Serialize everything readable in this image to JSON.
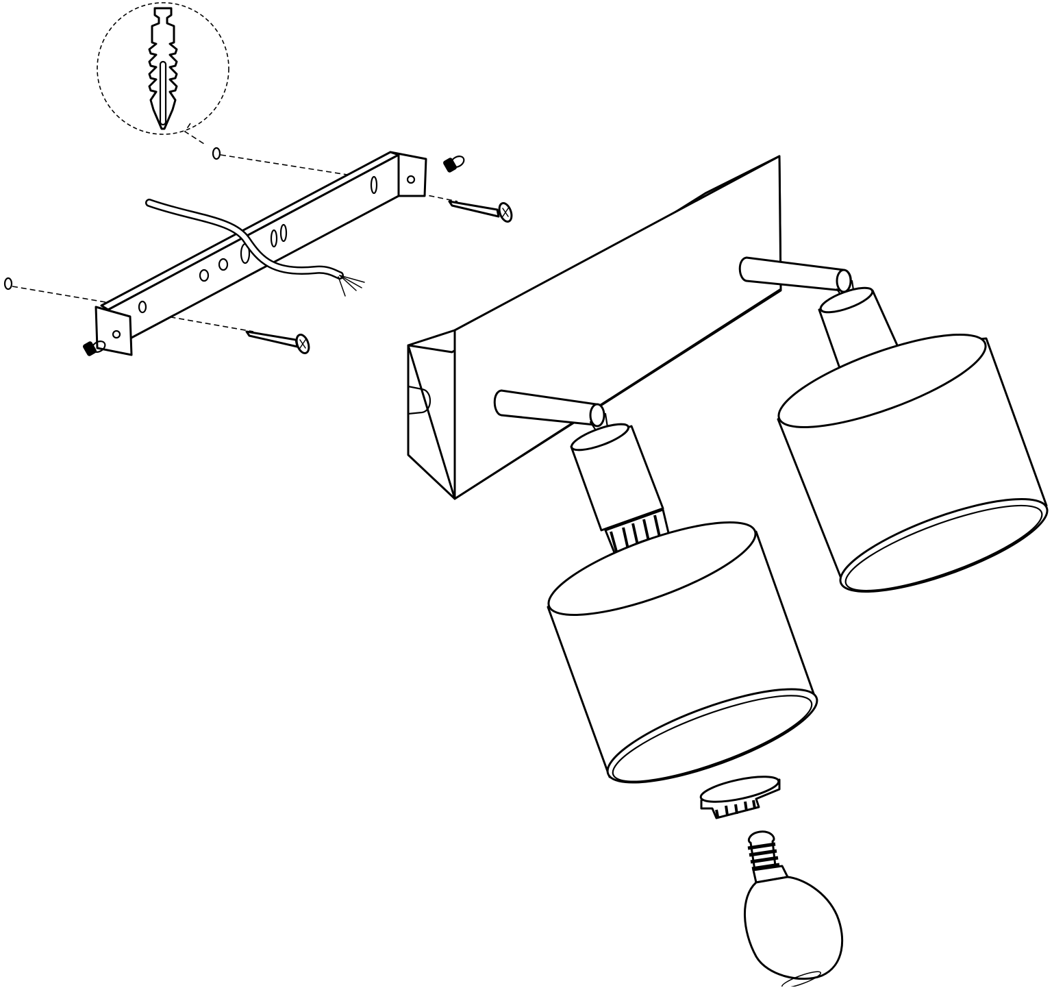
{
  "diagram": {
    "type": "exploded-assembly-drawing",
    "line_color": "#000000",
    "background": "#ffffff",
    "parts": [
      "wall-plug-detail",
      "wall-plug",
      "mounting-bracket",
      "power-cable",
      "bracket-screw",
      "fixing-screw",
      "canopy-plate",
      "spotlight-arm",
      "lamp-socket",
      "lamp-shade",
      "shade-ring",
      "light-bulb"
    ]
  }
}
